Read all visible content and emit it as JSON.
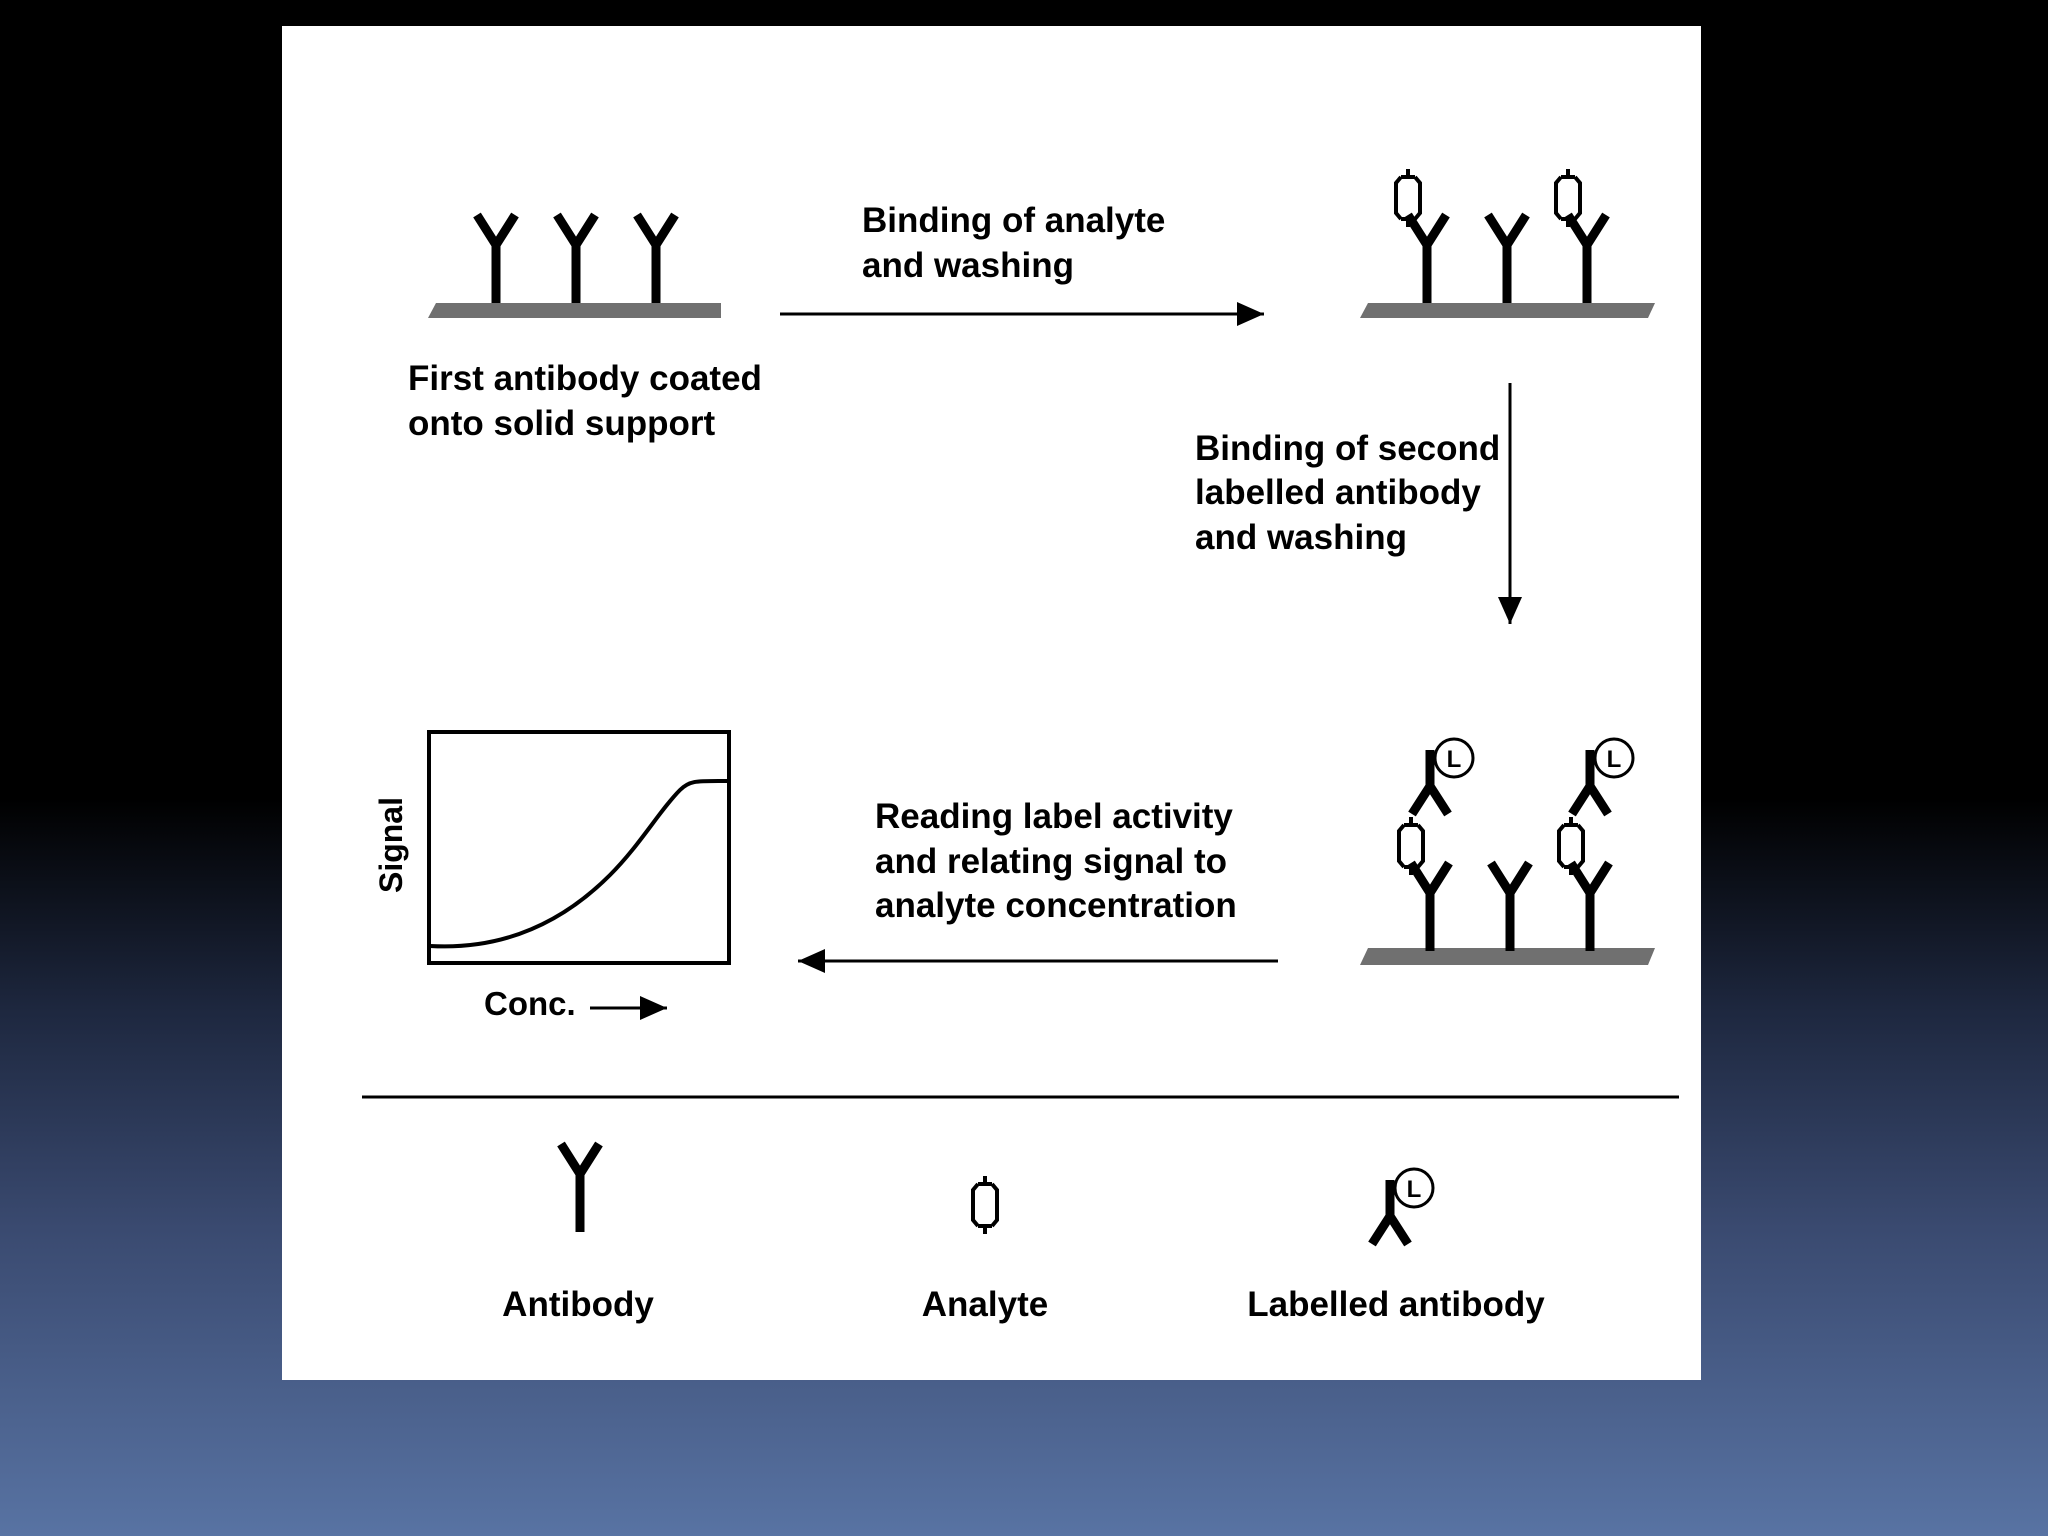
{
  "steps": {
    "first": {
      "lines": [
        "First antibody coated",
        "onto solid support"
      ]
    },
    "second": {
      "lines": [
        "Binding of analyte",
        "and washing"
      ]
    },
    "third": {
      "lines": [
        "Binding of second",
        "labelled antibody",
        "and washing"
      ]
    },
    "fourth": {
      "lines": [
        "Reading label activity",
        "and relating signal to",
        "analyte concentration"
      ]
    }
  },
  "graph": {
    "ylabel": "Signal",
    "xlabel": "Conc."
  },
  "label_marker": "L",
  "legend": {
    "antibody": "Antibody",
    "analyte": "Analyte",
    "labelled_antibody": "Labelled antibody"
  },
  "colors": {
    "panel": "#ffffff",
    "support": "#707070",
    "ink": "#000000"
  }
}
